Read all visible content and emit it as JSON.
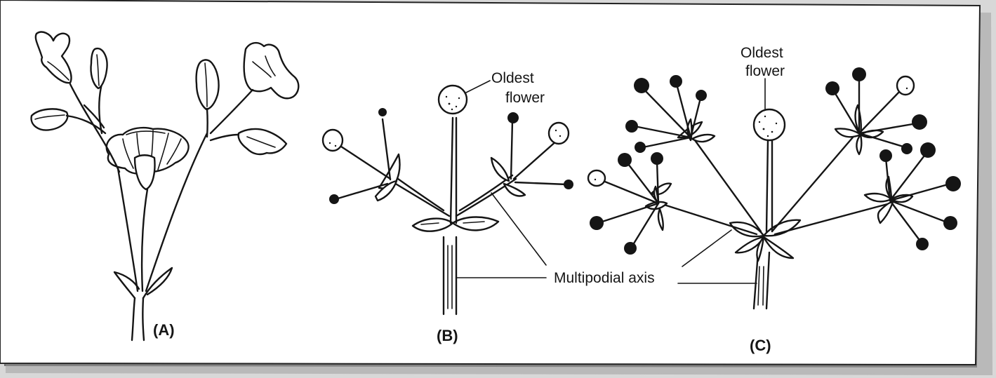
{
  "figure": {
    "panel_a_label": "(A)",
    "panel_b_label": "(B)",
    "panel_c_label": "(C)",
    "oldest_b_line1": "Oldest",
    "oldest_b_line2": "flower",
    "oldest_c_line1": "Oldest",
    "oldest_c_line2": "flower",
    "axis_label": "Multipodial axis"
  }
}
